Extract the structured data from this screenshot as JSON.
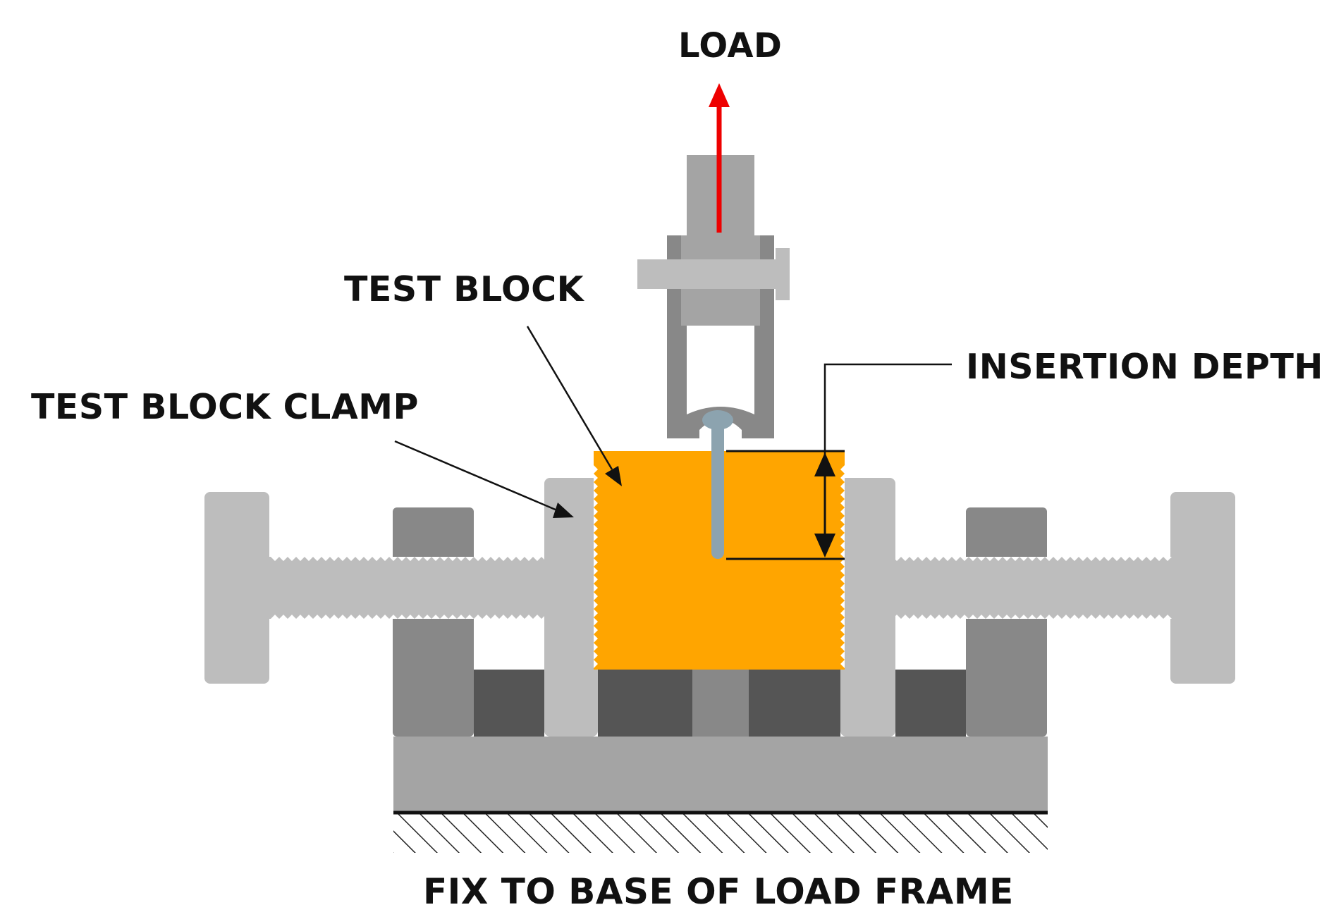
{
  "labels": {
    "load": "LOAD",
    "test_block": "TEST BLOCK",
    "test_block_clamp": "TEST BLOCK CLAMP",
    "insertion_depth": "INSERTION DEPTH",
    "fix_to_base": "FIX TO BASE OF LOAD FRAME"
  },
  "colors": {
    "test_block": "#FFA500",
    "load_arrow": "#EE0000",
    "light_gray": "#BDBDBD",
    "mid_gray": "#A4A4A4",
    "dark_gray": "#888888",
    "darker_gray": "#555555",
    "ink": "#111111"
  }
}
